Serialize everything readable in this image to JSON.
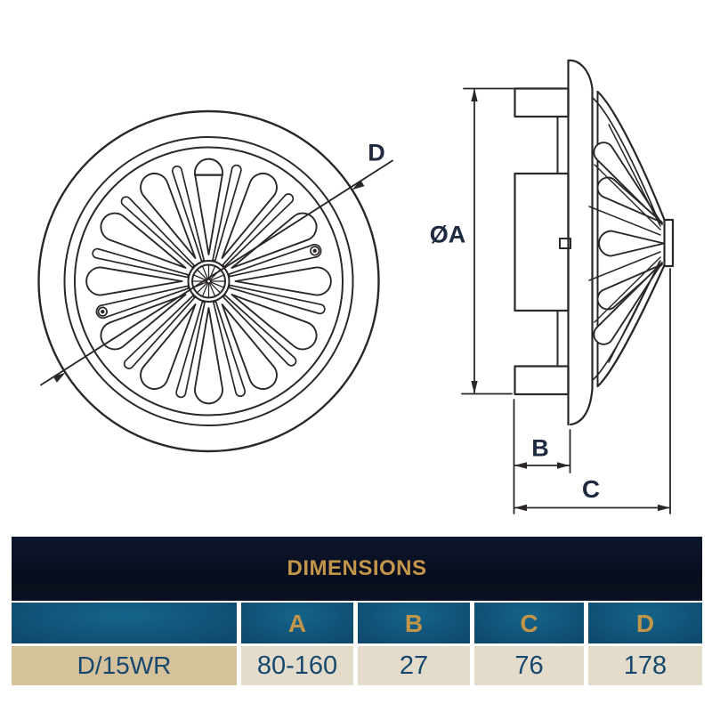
{
  "drawings": {
    "front_view": {
      "dimension_label": "D"
    },
    "side_view": {
      "diameter_label": "ØA",
      "collar_label": "B",
      "depth_label": "C"
    }
  },
  "table": {
    "title": "DIMENSIONS",
    "columns": [
      "A",
      "B",
      "C",
      "D"
    ],
    "row": {
      "model": "D/15WR",
      "values": [
        "80-160",
        "27",
        "76",
        "178"
      ]
    }
  },
  "colors": {
    "gold": "#c2964a",
    "navy_text": "#17486f",
    "model_cell_bg": "#d5c29b",
    "value_cell_bg": "#e4dcca",
    "header_bg": "#0a101f",
    "teal_cell_light": "#15648a",
    "teal_cell_dark": "#0a2c4e",
    "line_color": "#2b2729"
  }
}
